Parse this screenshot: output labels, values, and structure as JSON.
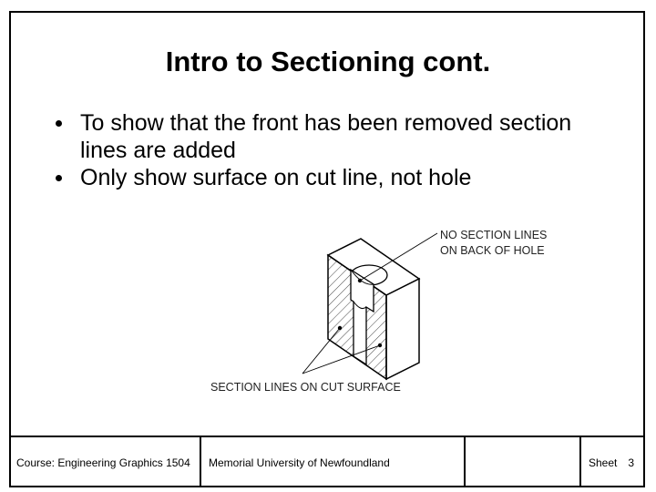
{
  "slide": {
    "title": "Intro to Sectioning cont.",
    "bullets": [
      "To show that the front has been removed section lines are added",
      "Only show surface on cut line, not hole"
    ]
  },
  "figure": {
    "label_back_line1": "NO SECTION LINES",
    "label_back_line2": "ON BACK OF HOLE",
    "label_cut": "SECTION LINES ON CUT SURFACE"
  },
  "footer": {
    "course": "Course: Engineering Graphics 1504",
    "university": "Memorial University of Newfoundland",
    "blank": "",
    "sheet_label": "Sheet",
    "sheet_number": "3"
  }
}
